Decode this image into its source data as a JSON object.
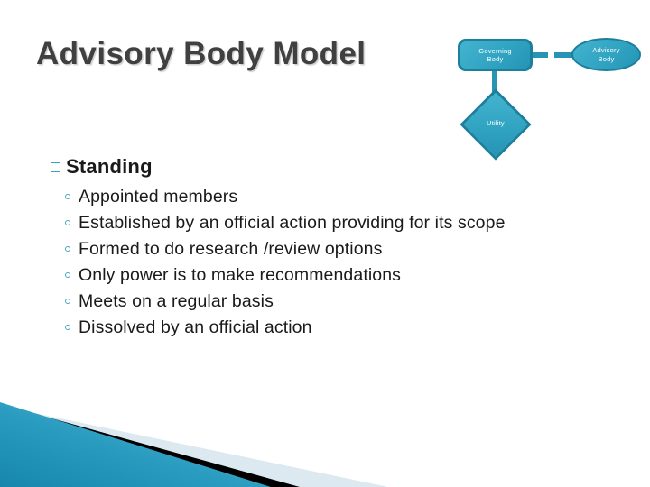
{
  "slide": {
    "title": "Advisory Body Model",
    "background_color": "#ffffff",
    "title_color": "#404040"
  },
  "diagram": {
    "accent_fill": "#31a4c2",
    "accent_border": "#1c7f9c",
    "connector_color": "#2794b4",
    "nodes": [
      {
        "id": "governing-body",
        "shape": "rounded-rectangle",
        "label_line1": "Governing",
        "label_line2": "Body"
      },
      {
        "id": "advisory-body",
        "shape": "ellipse",
        "label_line1": "Advisory",
        "label_line2": "Body"
      },
      {
        "id": "utility",
        "shape": "diamond",
        "label_line1": "Utility",
        "label_line2": ""
      }
    ],
    "connectors": [
      {
        "from": "governing-body",
        "to": "advisory-body",
        "style": "dashed-horizontal"
      },
      {
        "from": "governing-body",
        "to": "utility",
        "style": "solid-vertical"
      }
    ]
  },
  "content": {
    "heading": "Standing",
    "heading_bullet": "square-bullet",
    "bullet_marker": "hollow-circle-bullet",
    "bullet_color": "#4aa3c0",
    "bullets": [
      "Appointed members",
      "Established by an official action providing for its scope",
      "Formed to do research  /review options",
      "Only power is to make recommendations",
      "Meets on a regular basis",
      "Dissolved by an official action"
    ]
  },
  "decoration": {
    "teal_dark": "#1b8db2",
    "teal_light": "#5cc0dc",
    "black_wedge": "#000000",
    "pale_band": "#dce9f0"
  }
}
